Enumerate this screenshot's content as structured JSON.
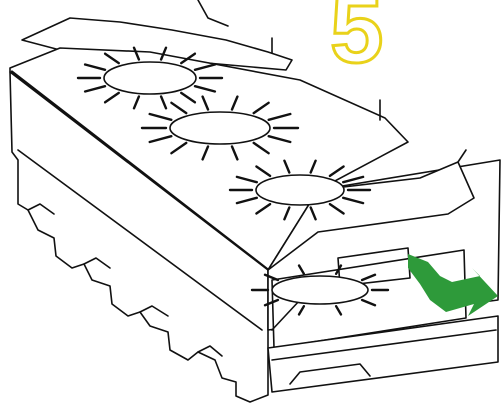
{
  "step": {
    "number": "5",
    "color": "#e9d21a"
  },
  "arrow": {
    "color": "#2e9a3a",
    "direction": "insert-tab"
  },
  "icons": [
    "fold-box-illustration",
    "fold-arrow-icon"
  ]
}
